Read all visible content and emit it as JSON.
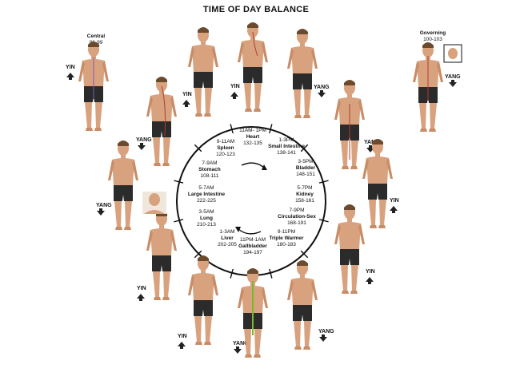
{
  "title": "TIME OF DAY BALANCE",
  "segments": [
    {
      "time": "11AM- 1PM",
      "name": "Heart",
      "pages": "132-135"
    },
    {
      "time": "1-3PM",
      "name": "Small Intestine",
      "pages": "138-141"
    },
    {
      "time": "3-5PM",
      "name": "Bladder",
      "pages": "148-151"
    },
    {
      "time": "5-7PM",
      "name": "Kidney",
      "pages": "158-161"
    },
    {
      "time": "7-9PM",
      "name": "Circulation-Sex",
      "pages": "168-191"
    },
    {
      "time": "9-11PM",
      "name": "Triple Warmer",
      "pages": "180-183"
    },
    {
      "time": "11PM-1AM",
      "name": "Gallbladder",
      "pages": "194-197"
    },
    {
      "time": "1-3AM",
      "name": "Liver",
      "pages": "202-205"
    },
    {
      "time": "3-5AM",
      "name": "Lung",
      "pages": "210-213"
    },
    {
      "time": "5-7AM",
      "name": "Large Intestine",
      "pages": "222-225"
    },
    {
      "time": "7-9AM",
      "name": "Stomach",
      "pages": "108-111"
    },
    {
      "time": "9-11AM",
      "name": "Spleen",
      "pages": "120-123"
    }
  ],
  "central": {
    "name": "Central",
    "pages": "96-99",
    "label": "YIN"
  },
  "governing": {
    "name": "Governing",
    "pages": "100-103",
    "label": "YANG"
  },
  "polarity": {
    "heart": "YIN",
    "small_intestine": "YANG",
    "bladder": "YANG",
    "kidney": "YIN",
    "circulation_sex": "YIN",
    "triple_warmer": "YANG",
    "gallbladder": "YANG",
    "liver": "YIN",
    "lung": "YIN",
    "large_intestine": "YANG",
    "stomach": "YANG",
    "spleen": "YIN"
  },
  "colors": {
    "skin": "#d9a27e",
    "skin_shade": "#b9805c",
    "shorts": "#2b2b2b",
    "hair": "#6b4a2e",
    "meridian": "#b03a2e",
    "highlight": "#7ab82f"
  }
}
